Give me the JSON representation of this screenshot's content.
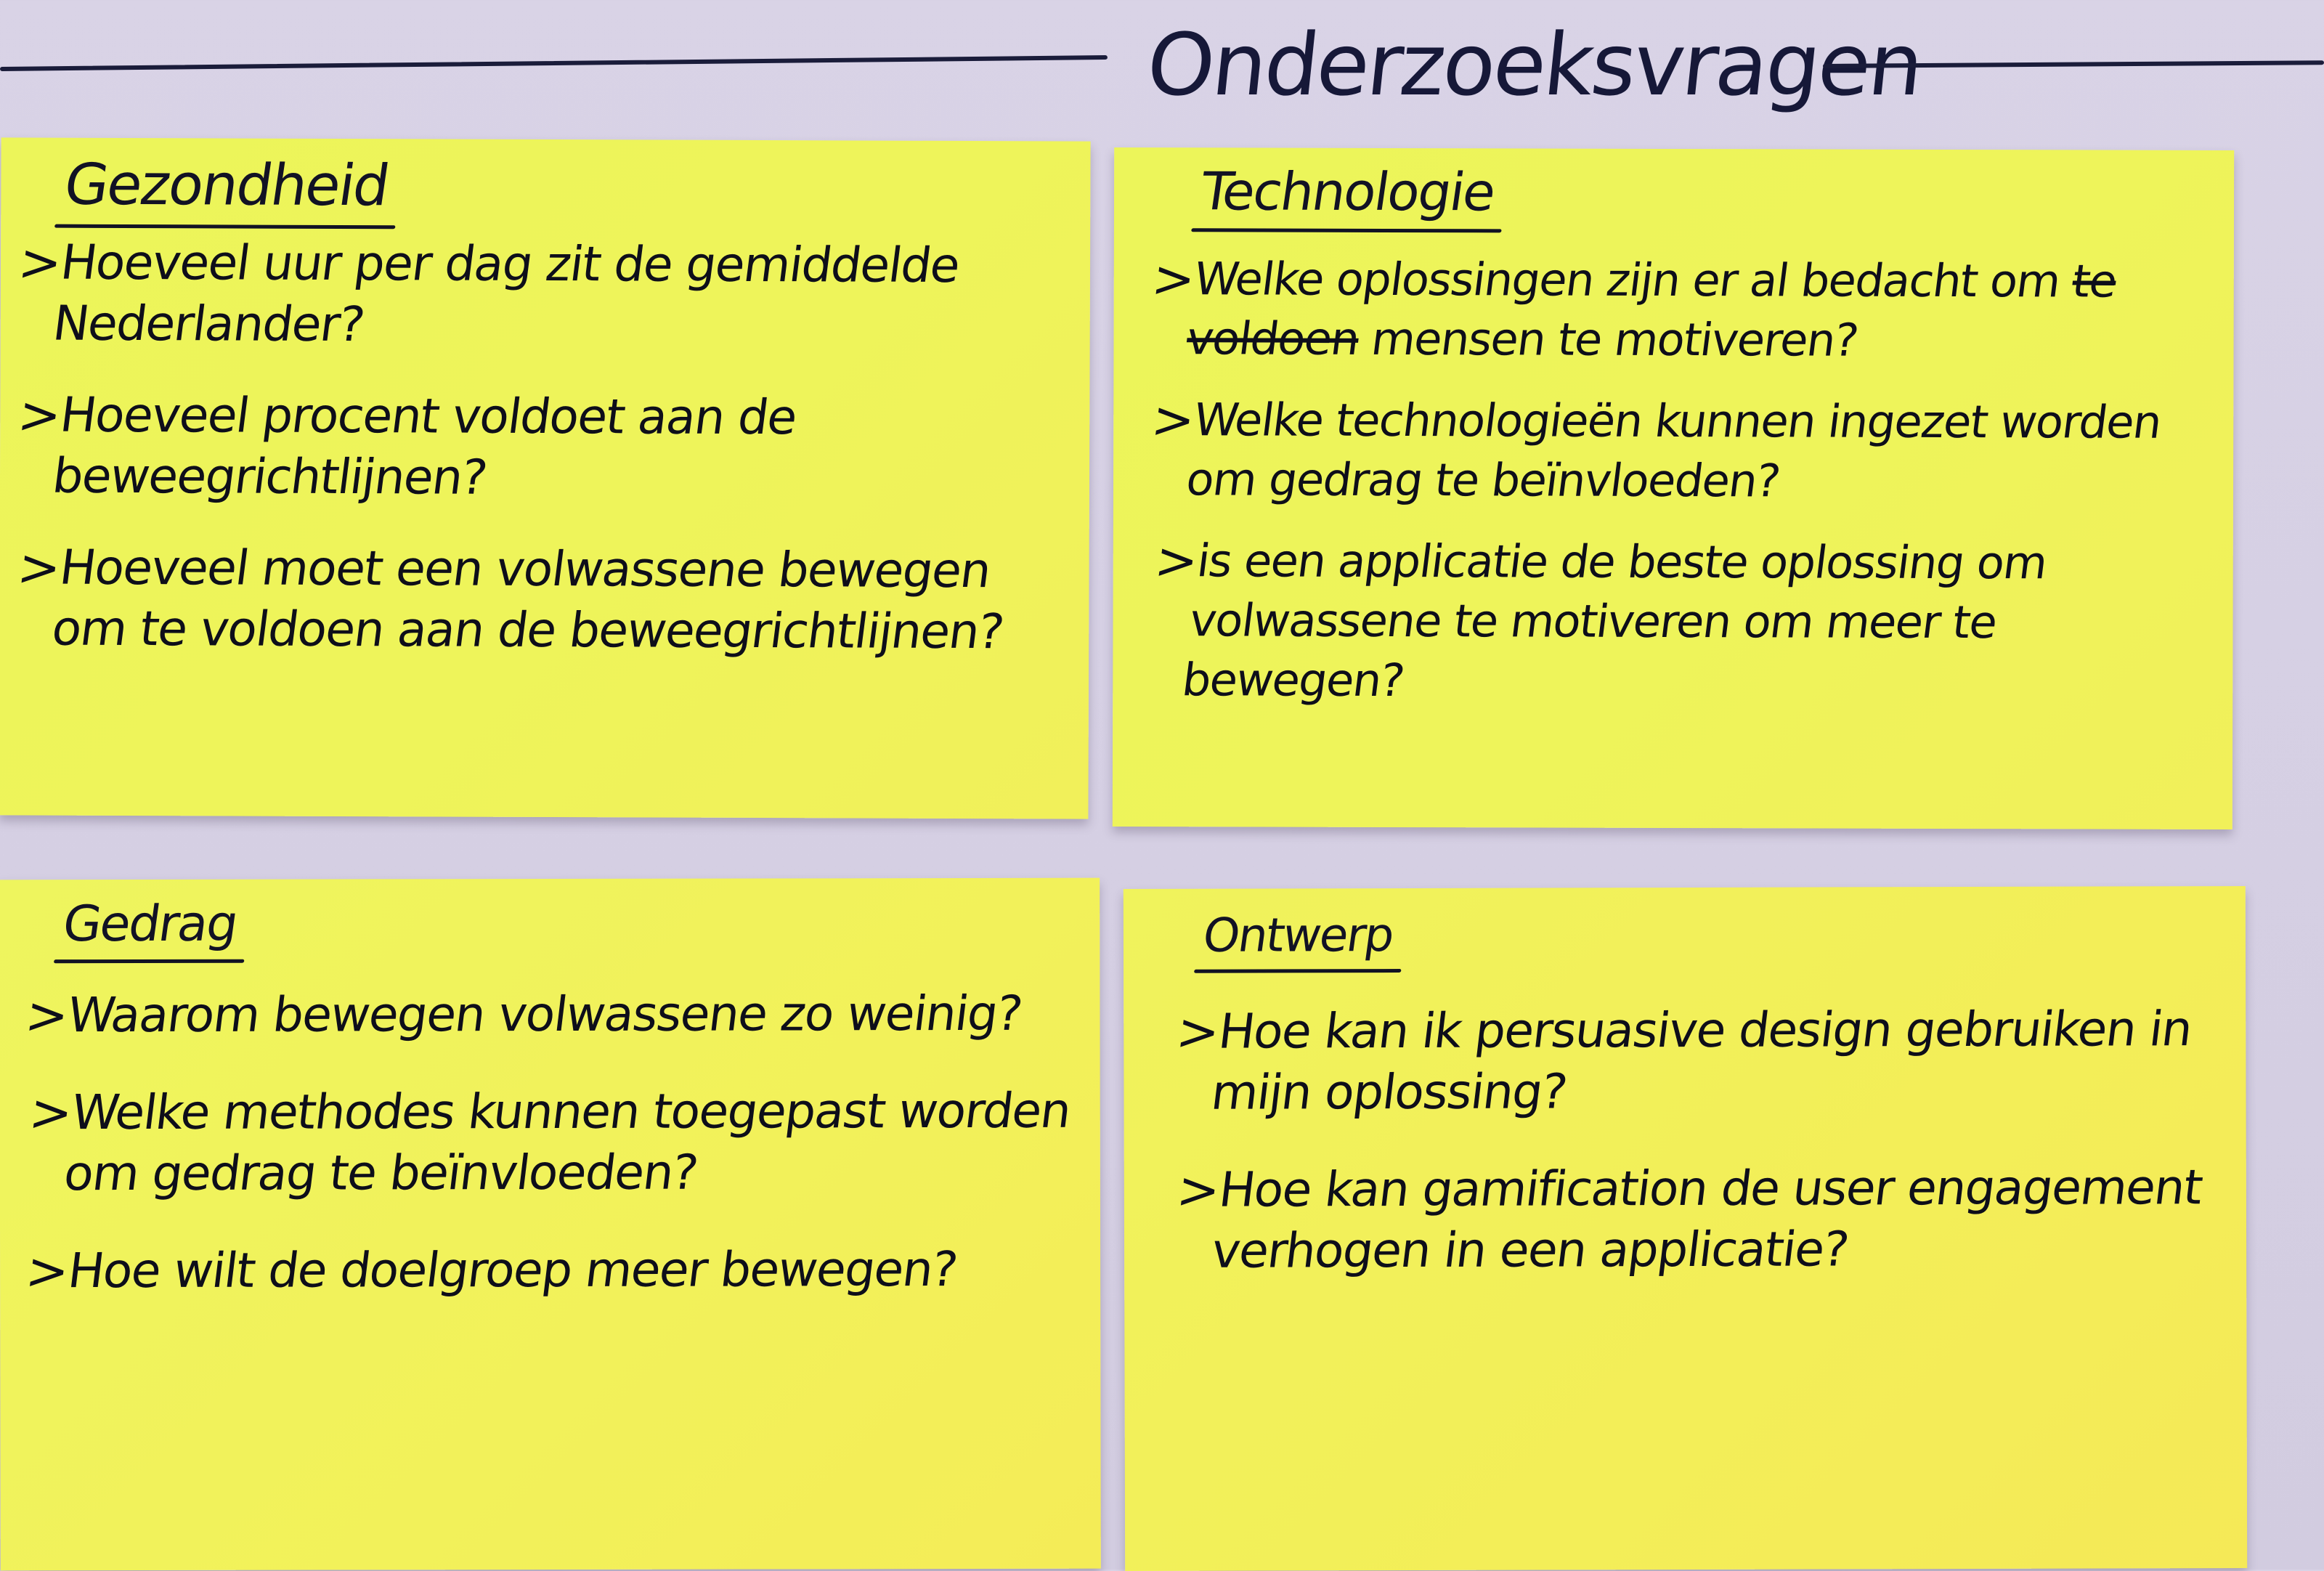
{
  "title": "Onderzoeksvragen",
  "notes": [
    {
      "heading": "Gezondheid",
      "items": [
        {
          "bullet": ">",
          "text": "Hoeveel uur per dag zit de gemiddelde Nederlander?"
        },
        {
          "bullet": ">",
          "text": "Hoeveel procent voldoet aan de beweegrichtlijnen?"
        },
        {
          "bullet": ">",
          "text": "Hoeveel moet een volwassene bewegen om te voldoen aan de beweegrichtlijnen?"
        }
      ]
    },
    {
      "heading": "Technologie",
      "items": [
        {
          "bullet": ">",
          "text": "Welke oplossingen zijn er al bedacht om",
          "struck": "te voldoen",
          "text_after": "mensen te motiveren?"
        },
        {
          "bullet": ">",
          "text": "Welke technologieën kunnen ingezet worden om gedrag te beïnvloeden?"
        },
        {
          "bullet": ">",
          "text": "is een applicatie de beste oplossing om volwassene te motiveren om meer te bewegen?"
        }
      ]
    },
    {
      "heading": "Gedrag",
      "items": [
        {
          "bullet": ">",
          "text": "Waarom bewegen volwassene zo weinig?"
        },
        {
          "bullet": ">",
          "text": "Welke methodes kunnen toegepast worden om gedrag te beïnvloeden?"
        },
        {
          "bullet": ">",
          "text": "Hoe wilt de doelgroep meer bewegen?"
        }
      ]
    },
    {
      "heading": "Ontwerp",
      "items": [
        {
          "bullet": ">",
          "text": "Hoe kan ik persuasive design gebruiken in mijn oplossing?"
        },
        {
          "bullet": ">",
          "text": "Hoe kan gamification de user engagement verhogen in een applicatie?"
        }
      ]
    }
  ]
}
